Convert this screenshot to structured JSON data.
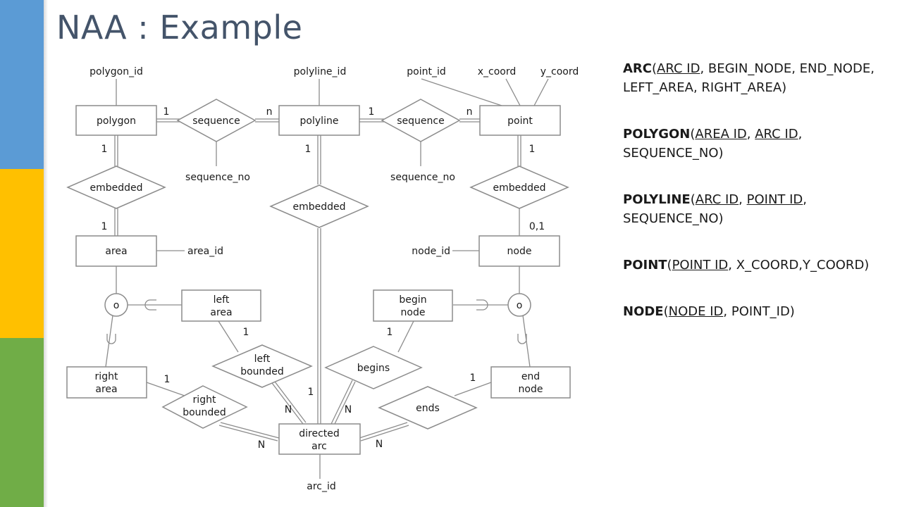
{
  "slide": {
    "title": "NAA : Example",
    "accent_colors": [
      "#5b9bd5",
      "#ffc000",
      "#70ad47"
    ]
  },
  "diagram": {
    "entities": {
      "polygon": "polygon",
      "polyline": "polyline",
      "point": "point",
      "area": "area",
      "node": "node",
      "left_area_1": "left",
      "left_area_2": "area",
      "begin_node_1": "begin",
      "begin_node_2": "node",
      "right_area_1": "right",
      "right_area_2": "area",
      "end_node_1": "end",
      "end_node_2": "node",
      "directed_arc_1": "directed",
      "directed_arc_2": "arc"
    },
    "relationships": {
      "sequence_left": "sequence",
      "sequence_right": "sequence",
      "embedded_left": "embedded",
      "embedded_mid": "embedded",
      "embedded_right": "embedded",
      "left_bounded_1": "left",
      "left_bounded_2": "bounded",
      "begins": "begins",
      "right_bounded_1": "right",
      "right_bounded_2": "bounded",
      "ends": "ends"
    },
    "attributes": {
      "polygon_id": "polygon_id",
      "polyline_id": "polyline_id",
      "point_id": "point_id",
      "x_coord": "x_coord",
      "y_coord": "y_coord",
      "sequence_no_left": "sequence_no",
      "sequence_no_right": "sequence_no",
      "area_id": "area_id",
      "node_id": "node_id",
      "arc_id": "arc_id"
    },
    "specialization_symbols": {
      "area_disjoint": "o",
      "node_disjoint": "o"
    },
    "cardinalities": {
      "polygon_sequence": "1",
      "sequence_polyline": "n",
      "polyline_sequence": "1",
      "sequence_point": "n",
      "polygon_embedded": "1",
      "embedded_area": "1",
      "polyline_embedded": "1",
      "point_embedded": "1",
      "embedded_node": "0,1",
      "left_area_card": "1",
      "begin_node_card": "1",
      "right_area_card": "1",
      "end_node_card": "1",
      "arc_left_bounded": "1",
      "arc_left_bounded_N": "N",
      "arc_begins_N": "N",
      "arc_right_bounded_N": "N",
      "arc_ends_N": "N"
    }
  },
  "schema": [
    {
      "name": "ARC",
      "open": "(",
      "keys": [
        "ARC ID"
      ],
      "rest": ", BEGIN_NODE, END_NODE, LEFT_AREA, RIGHT_AREA)"
    },
    {
      "name": "POLYGON",
      "open": "(",
      "keys": [
        "AREA ID",
        "ARC ID"
      ],
      "rest": ", SEQUENCE_NO)"
    },
    {
      "name": "POLYLINE",
      "open": "(",
      "keys": [
        "ARC ID",
        "POINT ID"
      ],
      "rest": ", SEQUENCE_NO)"
    },
    {
      "name": "POINT",
      "open": "(",
      "keys": [
        "POINT ID"
      ],
      "rest": ", X_COORD,Y_COORD)"
    },
    {
      "name": "NODE",
      "open": "(",
      "keys": [
        "NODE ID"
      ],
      "rest": ", POINT_ID)"
    }
  ]
}
